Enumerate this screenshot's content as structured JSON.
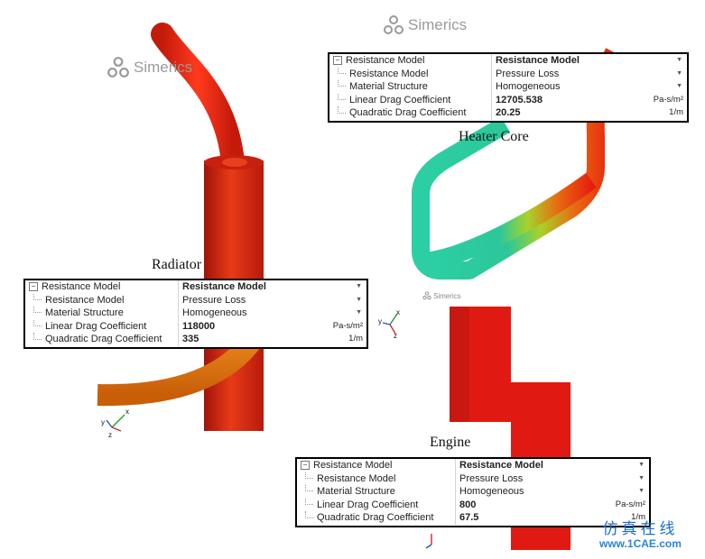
{
  "watermark": {
    "brand": "Simerics"
  },
  "captions": {
    "heater_core": "Heater Core",
    "radiator": "Radiator",
    "engine": "Engine"
  },
  "panels": {
    "heater_core": {
      "rows": [
        {
          "name": "Resistance Model",
          "value": "Resistance Model",
          "unit": ""
        },
        {
          "name": "Resistance Model",
          "value": "Pressure Loss",
          "unit": ""
        },
        {
          "name": "Material Structure",
          "value": "Homogeneous",
          "unit": ""
        },
        {
          "name": "Linear Drag Coefficient",
          "value": "12705.538",
          "unit": "Pa-s/m²"
        },
        {
          "name": "Quadratic Drag Coefficient",
          "value": "20.25",
          "unit": "1/m"
        }
      ]
    },
    "radiator": {
      "rows": [
        {
          "name": "Resistance Model",
          "value": "Resistance Model",
          "unit": ""
        },
        {
          "name": "Resistance Model",
          "value": "Pressure Loss",
          "unit": ""
        },
        {
          "name": "Material Structure",
          "value": "Homogeneous",
          "unit": ""
        },
        {
          "name": "Linear Drag Coefficient",
          "value": "118000",
          "unit": "Pa-s/m²"
        },
        {
          "name": "Quadratic Drag Coefficient",
          "value": "335",
          "unit": "1/m"
        }
      ]
    },
    "engine": {
      "rows": [
        {
          "name": "Resistance Model",
          "value": "Resistance Model",
          "unit": ""
        },
        {
          "name": "Resistance Model",
          "value": "Pressure Loss",
          "unit": ""
        },
        {
          "name": "Material Structure",
          "value": "Homogeneous",
          "unit": ""
        },
        {
          "name": "Linear Drag Coefficient",
          "value": "800",
          "unit": "Pa-s/m²"
        },
        {
          "name": "Quadratic Drag Coefficient",
          "value": "67.5",
          "unit": "1/m"
        }
      ]
    }
  },
  "axes": {
    "x": "x",
    "y": "y",
    "z": "z"
  },
  "site_mark": {
    "cn": "仿真在线",
    "url": "www.1CAE.com"
  },
  "colors": {
    "red": "#e01e12",
    "dark_red": "#b01810",
    "orange": "#e07a10",
    "teal": "#2ec9a0",
    "green": "#8ccf2c",
    "brand_blue": "#1a6ec8"
  }
}
